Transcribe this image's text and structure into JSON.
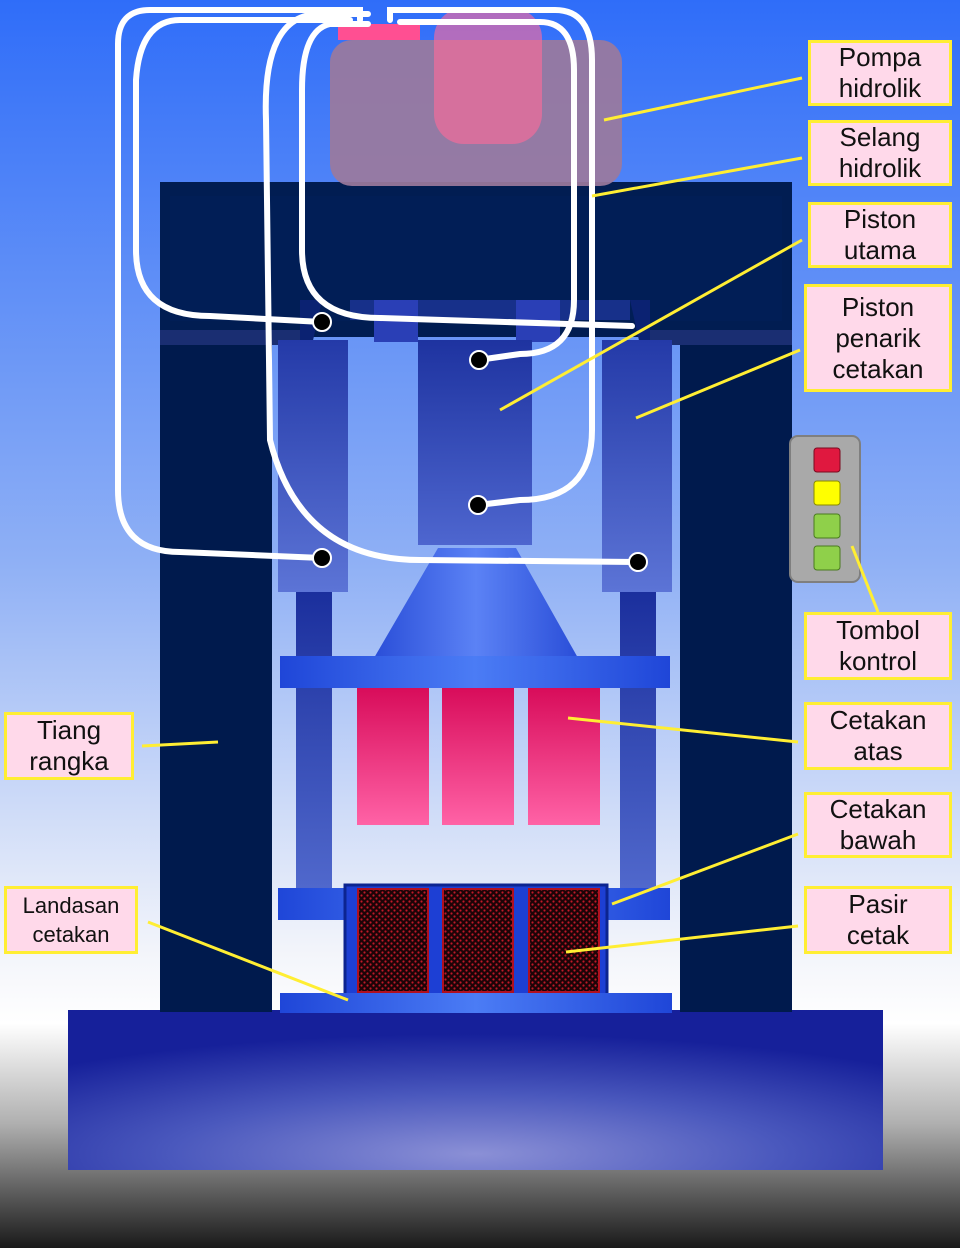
{
  "labels": {
    "pompa_hidrolik": "Pompa\nhidrolik",
    "selang_hidrolik": "Selang\nhidrolik",
    "piston_utama": "Piston\nutama",
    "piston_penarik_cetakan": "Piston\npenarik\ncetakan",
    "tombol_kontrol": "Tombol\nkontrol",
    "cetakan_atas": "Cetakan\natas",
    "cetakan_bawah": "Cetakan\nbawah",
    "pasir_cetak": "Pasir\ncetak",
    "tiang_rangka": "Tiang\nrangka",
    "landasan_cetakan": "Landasan\ncetakan"
  },
  "colors": {
    "frame_dark": "#001a4d",
    "piston_blue": "#3a4fc0",
    "mold_pink": "#ff4f92",
    "hose_white": "#ffffff",
    "leader_yellow": "#ffee33",
    "label_fill": "#ffd9ea",
    "pump_mauve": "#9b7a9c",
    "sand_red": "#b01020"
  },
  "control_buttons": [
    "red",
    "yellow",
    "green",
    "green"
  ]
}
